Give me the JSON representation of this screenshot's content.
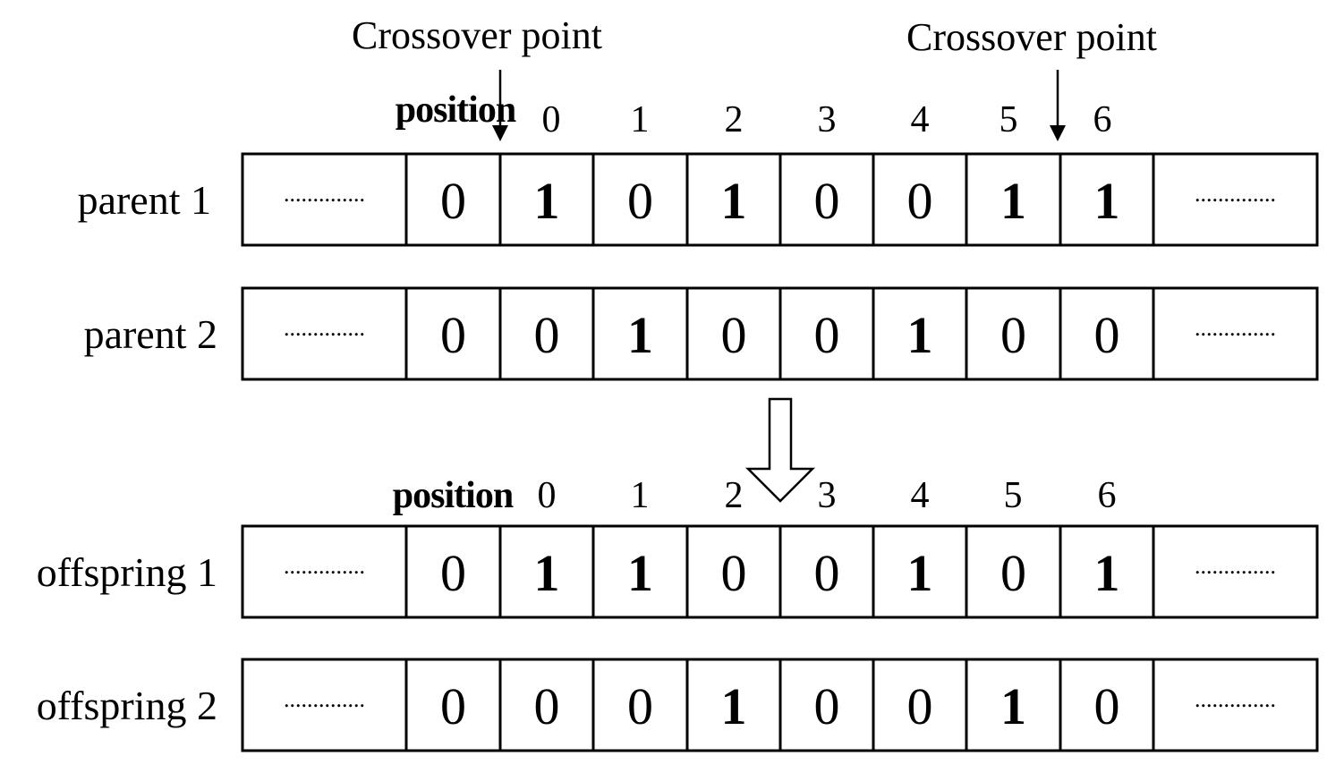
{
  "crossover_label_left": "Crossover point",
  "crossover_label_right": "Crossover point",
  "position_label": "position",
  "positions": [
    "0",
    "1",
    "2",
    "3",
    "4",
    "5",
    "6"
  ],
  "ellipsis": "..............",
  "rows": [
    {
      "label": "parent 1",
      "bits": [
        "0",
        "1",
        "0",
        "1",
        "0",
        "0",
        "1",
        "1"
      ]
    },
    {
      "label": "parent 2",
      "bits": [
        "0",
        "0",
        "1",
        "0",
        "0",
        "1",
        "0",
        "0"
      ]
    },
    {
      "label": "offspring 1",
      "bits": [
        "0",
        "1",
        "1",
        "0",
        "0",
        "1",
        "0",
        "1"
      ]
    },
    {
      "label": "offspring 2",
      "bits": [
        "0",
        "0",
        "0",
        "1",
        "0",
        "0",
        "1",
        "0"
      ]
    }
  ],
  "arrow_icon": "down-arrow-icon"
}
